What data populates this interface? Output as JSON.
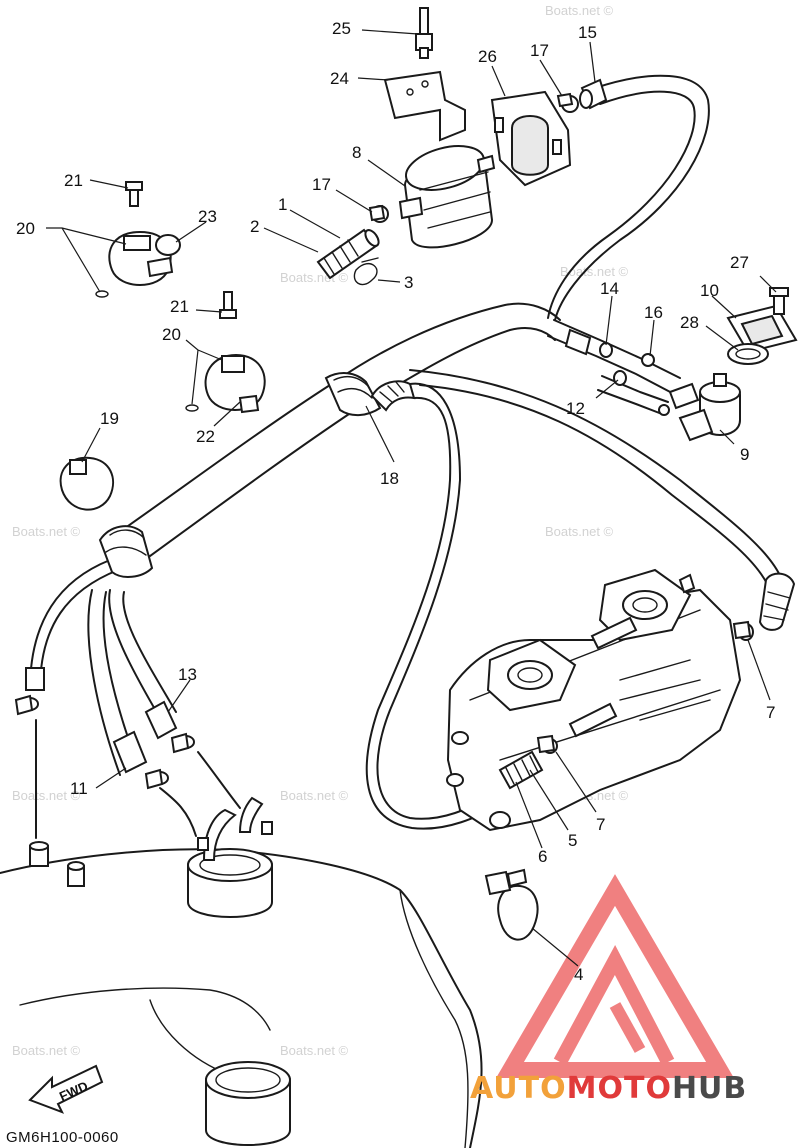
{
  "diagram_code": "GM6H100-0060",
  "direction_label": "FWD",
  "watermark_text": "Boats.net ©",
  "brand": {
    "part1": "AUTO",
    "part2": "MOTO",
    "part3": "HUB",
    "color_orange": "#f2a13a",
    "color_red": "#e03a3a",
    "color_gray": "#4a4a4a",
    "logo_color": "#f08080"
  },
  "callouts": {
    "c1": "1",
    "c2": "2",
    "c3": "3",
    "c4": "4",
    "c5": "5",
    "c6": "6",
    "c7a": "7",
    "c7b": "7",
    "c8": "8",
    "c9": "9",
    "c10": "10",
    "c11": "11",
    "c12": "12",
    "c13": "13",
    "c14": "14",
    "c15": "15",
    "c16": "16",
    "c17a": "17",
    "c17b": "17",
    "c18": "18",
    "c19": "19",
    "c20a": "20",
    "c20b": "20",
    "c21a": "21",
    "c21b": "21",
    "c22": "22",
    "c23": "23",
    "c24": "24",
    "c25": "25",
    "c26": "26",
    "c27": "27",
    "c28": "28"
  }
}
